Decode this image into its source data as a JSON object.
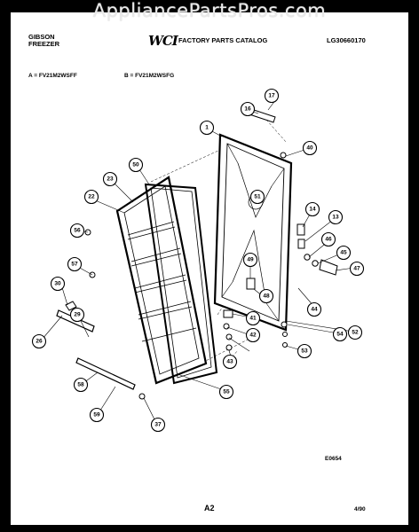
{
  "watermark": "AppliancePartsPros.com",
  "header": {
    "brand_line1": "GIBSON",
    "brand_line2": "FREEZER",
    "catalog_logo": "WCI",
    "catalog_title": "FACTORY PARTS CATALOG",
    "catalog_number": "LG30660170",
    "model_a": "A = FV21M2WSFF",
    "model_b": "B = FV21M2WSFG"
  },
  "footer": {
    "drawing_code": "E0654",
    "page_label": "A2",
    "date": "4/90"
  },
  "callouts": [
    "1",
    "13",
    "14",
    "16",
    "17",
    "22",
    "23",
    "26",
    "29",
    "30",
    "37",
    "40",
    "41",
    "42",
    "43",
    "44",
    "45",
    "46",
    "47",
    "48",
    "49",
    "50",
    "51",
    "52",
    "53",
    "54",
    "55",
    "56",
    "57",
    "58",
    "59"
  ]
}
